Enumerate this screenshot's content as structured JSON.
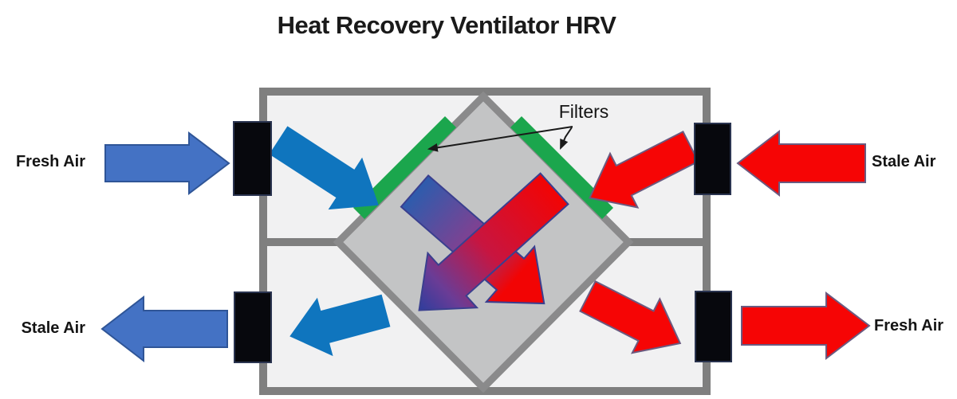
{
  "title": "Heat Recovery Ventilator HRV",
  "labels": {
    "fresh_air_in": "Fresh Air",
    "stale_air_in": "Stale Air",
    "stale_air_out": "Stale Air",
    "fresh_air_out": "Fresh Air",
    "filters": "Filters"
  },
  "colors": {
    "box_interior": "#F1F1F2",
    "wall_gray": "#7F7F7F",
    "core_fill": "#C3C4C5",
    "core_border": "#8A8A8B",
    "filter_green": "#1BA64D",
    "port_black": "#07080D",
    "port_border": "#2A3450",
    "blue_outer": "#4472C4",
    "blue_outer_border": "#2F5597",
    "blue_inner": "#0F75BE",
    "red": "#F60505",
    "red_border": "#6B5A80",
    "cross_border": "#3A3F8F",
    "grad_blue": "#2D5CAD",
    "grad_purple": "#8A3E8E",
    "grad_red": "#F20404",
    "grad_crimson": "#C81540",
    "grad_violet": "#6A3C96",
    "grad_navy": "#2E3D9C",
    "annotation": "#1A1A1A"
  }
}
